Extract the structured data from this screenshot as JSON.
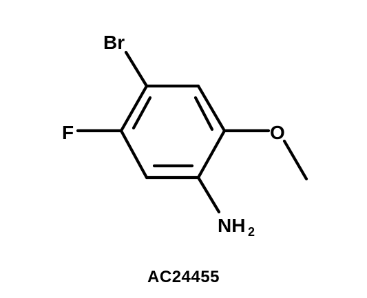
{
  "molecule": {
    "atoms": {
      "bromine": "Br",
      "fluorine": "F",
      "oxygen": "O",
      "amine": "NH",
      "amine_subscript": "2"
    },
    "bond_color": "#000000",
    "background_color": "#ffffff"
  },
  "compound_id": "AC24455"
}
